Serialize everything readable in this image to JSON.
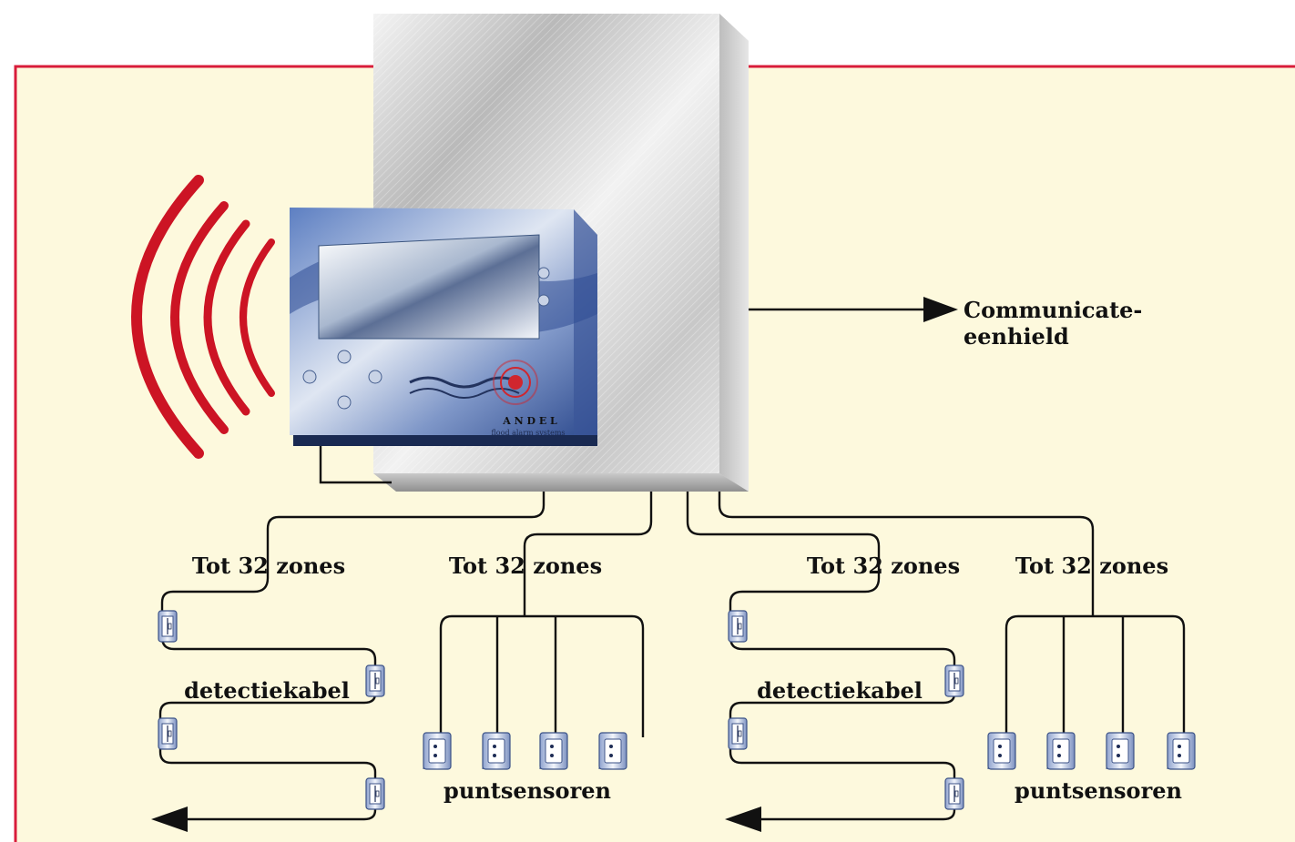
{
  "colors": {
    "panel_bg": "#fdf9dd",
    "frame": "#d81c3a",
    "wire": "#111111",
    "waves": "#cc1424",
    "cabinet": "#d6d6d6",
    "unit": "#4f6fae"
  },
  "controller": {
    "brand": "A N D E L",
    "subtitle": "flood alarm systems"
  },
  "communication": {
    "label_line1": "Communicate-",
    "label_line2": "eenhield"
  },
  "branches": [
    {
      "zones": "Tot 32 zones",
      "type": "detectiekabel"
    },
    {
      "zones": "Tot 32 zones",
      "type": "puntsensoren"
    },
    {
      "zones": "Tot 32 zones",
      "type": "detectiekabel"
    },
    {
      "zones": "Tot 32 zones",
      "type": "puntsensoren"
    }
  ],
  "icons": {
    "alarm_waves": "sound-waves-icon",
    "cable_sensor": "cable-sensor-icon",
    "point_sensor": "point-sensor-icon",
    "arrow": "arrow-icon"
  }
}
